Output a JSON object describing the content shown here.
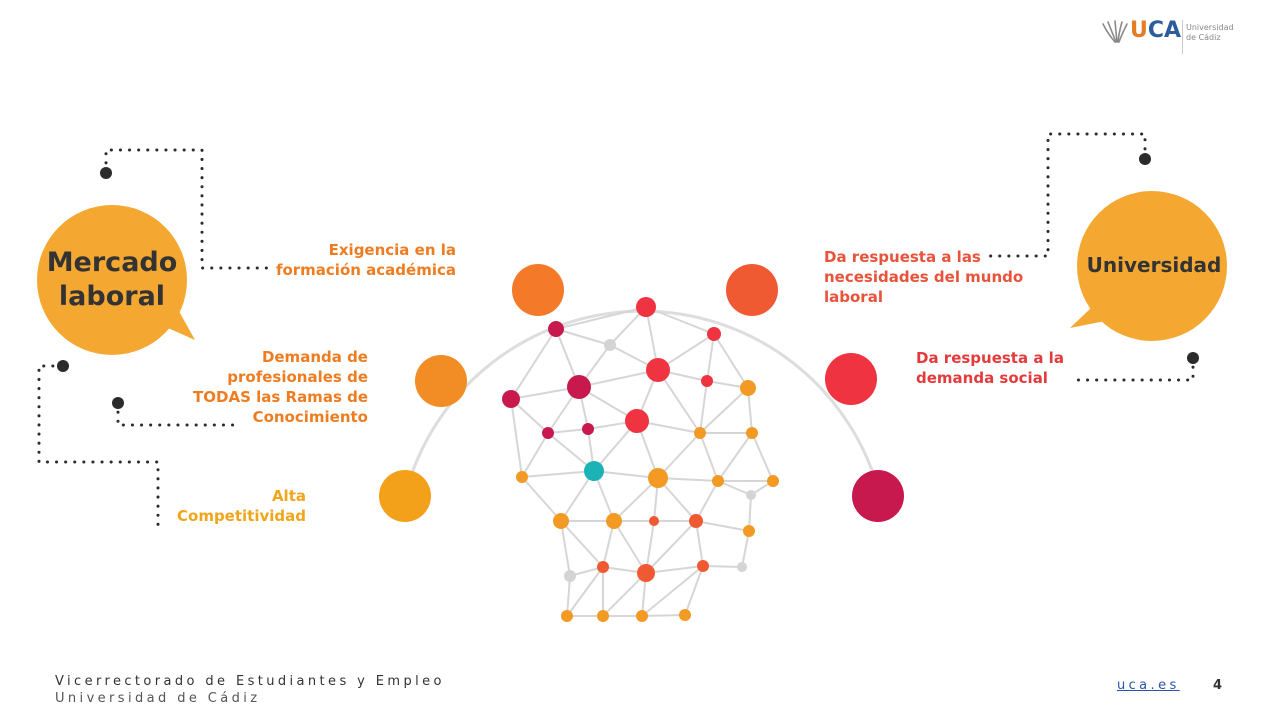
{
  "logo": {
    "u": "U",
    "ca": "CA",
    "line1": "Universidad",
    "line2": "de Cádiz"
  },
  "left_bubble": {
    "line1": "Mercado",
    "line2": "laboral",
    "color": "#F4A832"
  },
  "right_bubble": {
    "label": "Universidad",
    "color": "#F4A832"
  },
  "left_items": [
    {
      "lines": [
        "Exigencia en la",
        "formación académica"
      ],
      "color": "#EE7D22"
    },
    {
      "lines": [
        "Demanda de",
        "profesionales de",
        "TODAS las Ramas de",
        "Conocimiento"
      ],
      "color": "#EE7D22"
    },
    {
      "lines": [
        "Alta",
        "Competitividad"
      ],
      "color": "#F2A51A"
    }
  ],
  "right_items": [
    {
      "lines": [
        "Da respuesta a las",
        "necesidades del mundo",
        "laboral"
      ],
      "color": "#E8533A"
    },
    {
      "lines": [
        "Da respuesta a la",
        "demanda social"
      ],
      "color": "#E33B3C"
    }
  ],
  "palette": {
    "orange": "#F47A2A",
    "orange_red": "#F05A33",
    "red": "#EF3340",
    "crimson": "#C8194E",
    "amber": "#F29A24",
    "gold": "#F3A11B",
    "teal": "#1BB3B5",
    "gray": "#D4D4D4"
  },
  "footer": {
    "line1": "Vicerrectorado de Estudiantes y Empleo",
    "line2": "Universidad de Cádiz",
    "link": "uca.es",
    "page": "4"
  }
}
